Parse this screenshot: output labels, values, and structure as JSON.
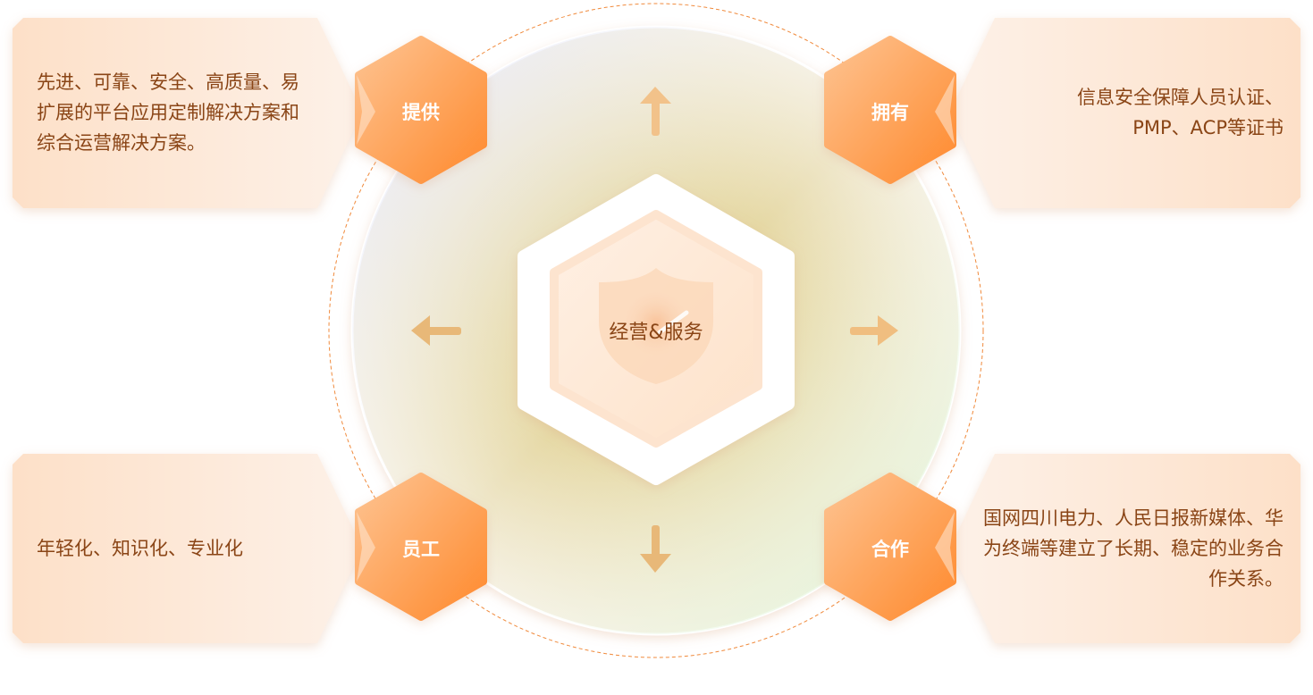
{
  "center": {
    "label": "经营&服务",
    "icon": "shield-check-icon"
  },
  "colors": {
    "accent": "#ff8a33",
    "text": "#8a4516",
    "card": "#fde3cf"
  },
  "items": [
    {
      "label": "提供",
      "text": "先进、可靠、安全、高质量、易扩展的平台应用定制解决方案和综合运营解决方案。"
    },
    {
      "label": "拥有",
      "text": "信息安全保障人员认证、PMP、ACP等证书"
    },
    {
      "label": "员工",
      "text": "年轻化、知识化、专业化"
    },
    {
      "label": "合作",
      "text": "国网四川电力、人民日报新媒体、华为终端等建立了长期、稳定的业务合作关系。"
    }
  ]
}
